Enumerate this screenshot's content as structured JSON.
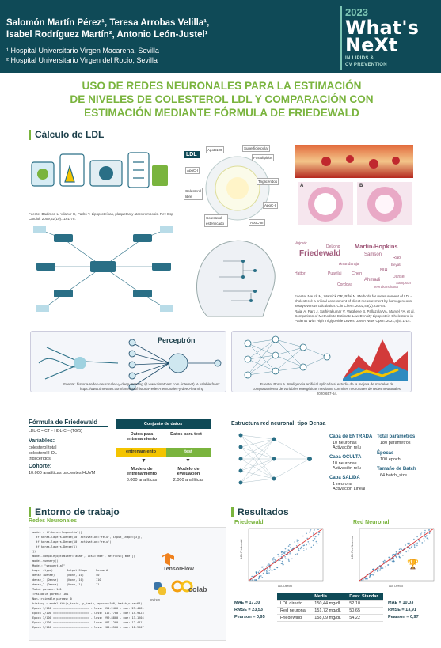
{
  "header": {
    "authors_line1": "Salomón Martín Pérez¹, Teresa Arrobas Velilla¹,",
    "authors_line2": "Isabel Rodríguez Martín², Antonio León-Justel¹",
    "affil1": "¹ Hospital Universitario Virgen Macarena, Sevilla",
    "affil2": "² Hospital Universitario Virgen del Rocío, Sevilla",
    "badge_year": "2023",
    "badge_line1": "What's",
    "badge_line2": "NeXt",
    "badge_sub1": "IN LIPIDS &",
    "badge_sub2": "CV PREVENTION"
  },
  "title": {
    "line1": "USO DE REDES NEURONALES PARA LA ESTIMACIÓN",
    "line2": "DE NIVELES DE COLESTEROL LDL Y COMPARACIÓN CON",
    "line3": "ESTIMACIÓN MEDIANTE FÓRMULA DE FRIEDEWALD"
  },
  "calculo": {
    "heading": "Cálculo de LDL",
    "ldl_label": "LDL",
    "ldl_parts": [
      "ApoB100",
      "Superficie polar",
      "Fosfolípidos",
      "ApoC-I",
      "Triglicéridos",
      "Colesterol libre",
      "ApoC-II",
      "Colesterol esterificado",
      "ApoC-III"
    ],
    "source1": "Fuente: Badimon L, Vilahur G, Padró T. Lipoproteínas, plaquetas y aterotrombosis. Rev Esp Cardiol. 2009;62(10):1161-78.",
    "panel_a": "A",
    "panel_b": "B",
    "wordcloud": [
      "Friedewald",
      "Martin-Hopkins",
      "Samson",
      "Vujovic",
      "DeLong",
      "Anandaraja",
      "Rao",
      "Puavilai",
      "Chen",
      "Ahmadi",
      "NIH",
      "Hattori",
      "Cordova",
      "Dansei",
      "Teerakanchana",
      "Beyati",
      "Sampson"
    ],
    "source2": "Fuente: Nauck M, Warnick GR, Rifai N. Methods for measurement of LDL-cholesterol: a critical assessment of direct measurement by homogeneous assays versus calculation. Clin Chem. 2002;48(2):236-54.",
    "source3": "Rajai A, Park J, Sathiyakumar V, Varghese B, Pallazola VA, Marvel FA, et al. Comparison of Methods to Estimate Low-Density Lipoprotein Cholesterol in Patients With High Triglyceride Levels. JAMA Netw Open. 2021;4(5):1-14.",
    "perceptron": "Perceptrón",
    "source4": "Fuente: historia-redes-neuronales-y-deep-learning @ www.timetoast.com (internet). A valable from: https://www.timetoast.com/timelines/historia-redes-neuronales-y-deep-learning",
    "source5": "Fuente: Porto A. Inteligencia artificial aplicada al estudio de la mejora de modelos de comportamiento de variables energéticas mediante conmites neuronales de redes neuronales. 2020;657-64."
  },
  "friedewald": {
    "heading": "Fórmula de Friedewald",
    "formula": "LDL-C = CT − HDL-C − (TG/5)",
    "vars_label": "Variables:",
    "vars": [
      "colesterol total",
      "colesterol HDL",
      "triglicéridos"
    ],
    "cohort_label": "Cohorte:",
    "cohort": "10.000 analíticas pacientes HUVM",
    "dataset_header": "Conjunto de datos",
    "train_label": "Datos para entrenamiento",
    "test_label": "Datos para test",
    "bar_train": "entrenamiento",
    "bar_test": "test",
    "model_train": "Modelo de entrenamiento",
    "model_train_n": "8.000 analíticas",
    "model_eval": "Modelo de evaluación",
    "model_eval_n": "2.000 analíticas"
  },
  "red": {
    "heading": "Estructura red neuronal: tipo Densa",
    "entrada": "Capa de ENTRADA",
    "entrada_items": [
      "10 neuronas",
      "Activación relu"
    ],
    "oculta": "Capa OCULTA",
    "oculta_items": [
      "10 neuronas",
      "Activación relu"
    ],
    "salida": "Capa SALIDA",
    "salida_items": [
      "1 neurona",
      "Activación Lineal"
    ],
    "params_label": "Total parámetros",
    "params": "180 parámetros",
    "epocas_label": "Épocas",
    "epocas": "100 epoch",
    "batch_label": "Tamaño de Batch",
    "batch": "64 batch_size"
  },
  "entorno": {
    "heading": "Entorno de trabajo",
    "sub": "Redes Neuronales",
    "tf": "TensorFlow",
    "colab": "colab",
    "python": "python",
    "code_lines": [
      "model = tf.keras.Sequential([",
      "  tf.keras.layers.Dense(10, activation='relu', input_shape=[3]),",
      "  tf.keras.layers.Dense(10, activation='relu'),",
      "  tf.keras.layers.Dense(1)",
      "])",
      "model.compile(optimizer='adam', loss='mse', metrics=['mae'])",
      "model.summary()",
      "Model: \"sequential\"",
      "Layer (type)        Output Shape     Param #",
      "dense (Dense)       (None, 10)       40",
      "dense_1 (Dense)     (None, 10)       110",
      "dense_2 (Dense)     (None, 1)        11",
      "Total params: 161",
      "Trainable params: 161",
      "Non-trainable params: 0",
      "history = model.fit(x_train, y_train, epochs=100, batch_size=64)",
      "Epoch 1/100 ===================== - loss: 951.2400 - mae: 23.4081",
      "Epoch 2/100 ===================== - loss: 412.7700 - mae: 15.9823",
      "Epoch 3/100 ===================== - loss: 299.8800 - mae: 13.1204",
      "Epoch 4/100 ===================== - loss: 287.1200 - mae: 12.4411",
      "Epoch 5/100 ===================== - loss: 280.6500 - mae: 11.9907"
    ]
  },
  "resultados": {
    "heading": "Resultados",
    "friedewald_label": "Friedewald",
    "red_label": "Red Neuronal",
    "x_label": "LDL Directo",
    "y_label_f": "LDL Friedewald",
    "y_label_r": "LDL Red Neuronal",
    "left_metrics": [
      "MAE = 17,30",
      "RMSE = 23,53",
      "Pearson = 0,95"
    ],
    "right_metrics": [
      "MAE = 10,03",
      "RMSE = 13,91",
      "Pearson = 0,97"
    ],
    "table_headers": [
      "",
      "Media",
      "Desv. Standar"
    ],
    "table_rows": [
      [
        "LDL directo",
        "150,44 mg/dL",
        "52,10"
      ],
      [
        "Red neuronal",
        "151,72 mg/dL",
        "50,65"
      ],
      [
        "Friedewald",
        "158,09 mg/dL",
        "54,22"
      ]
    ]
  },
  "colors": {
    "dark_teal": "#0f4a57",
    "green": "#7ab43e",
    "yellow": "#f4c400"
  }
}
